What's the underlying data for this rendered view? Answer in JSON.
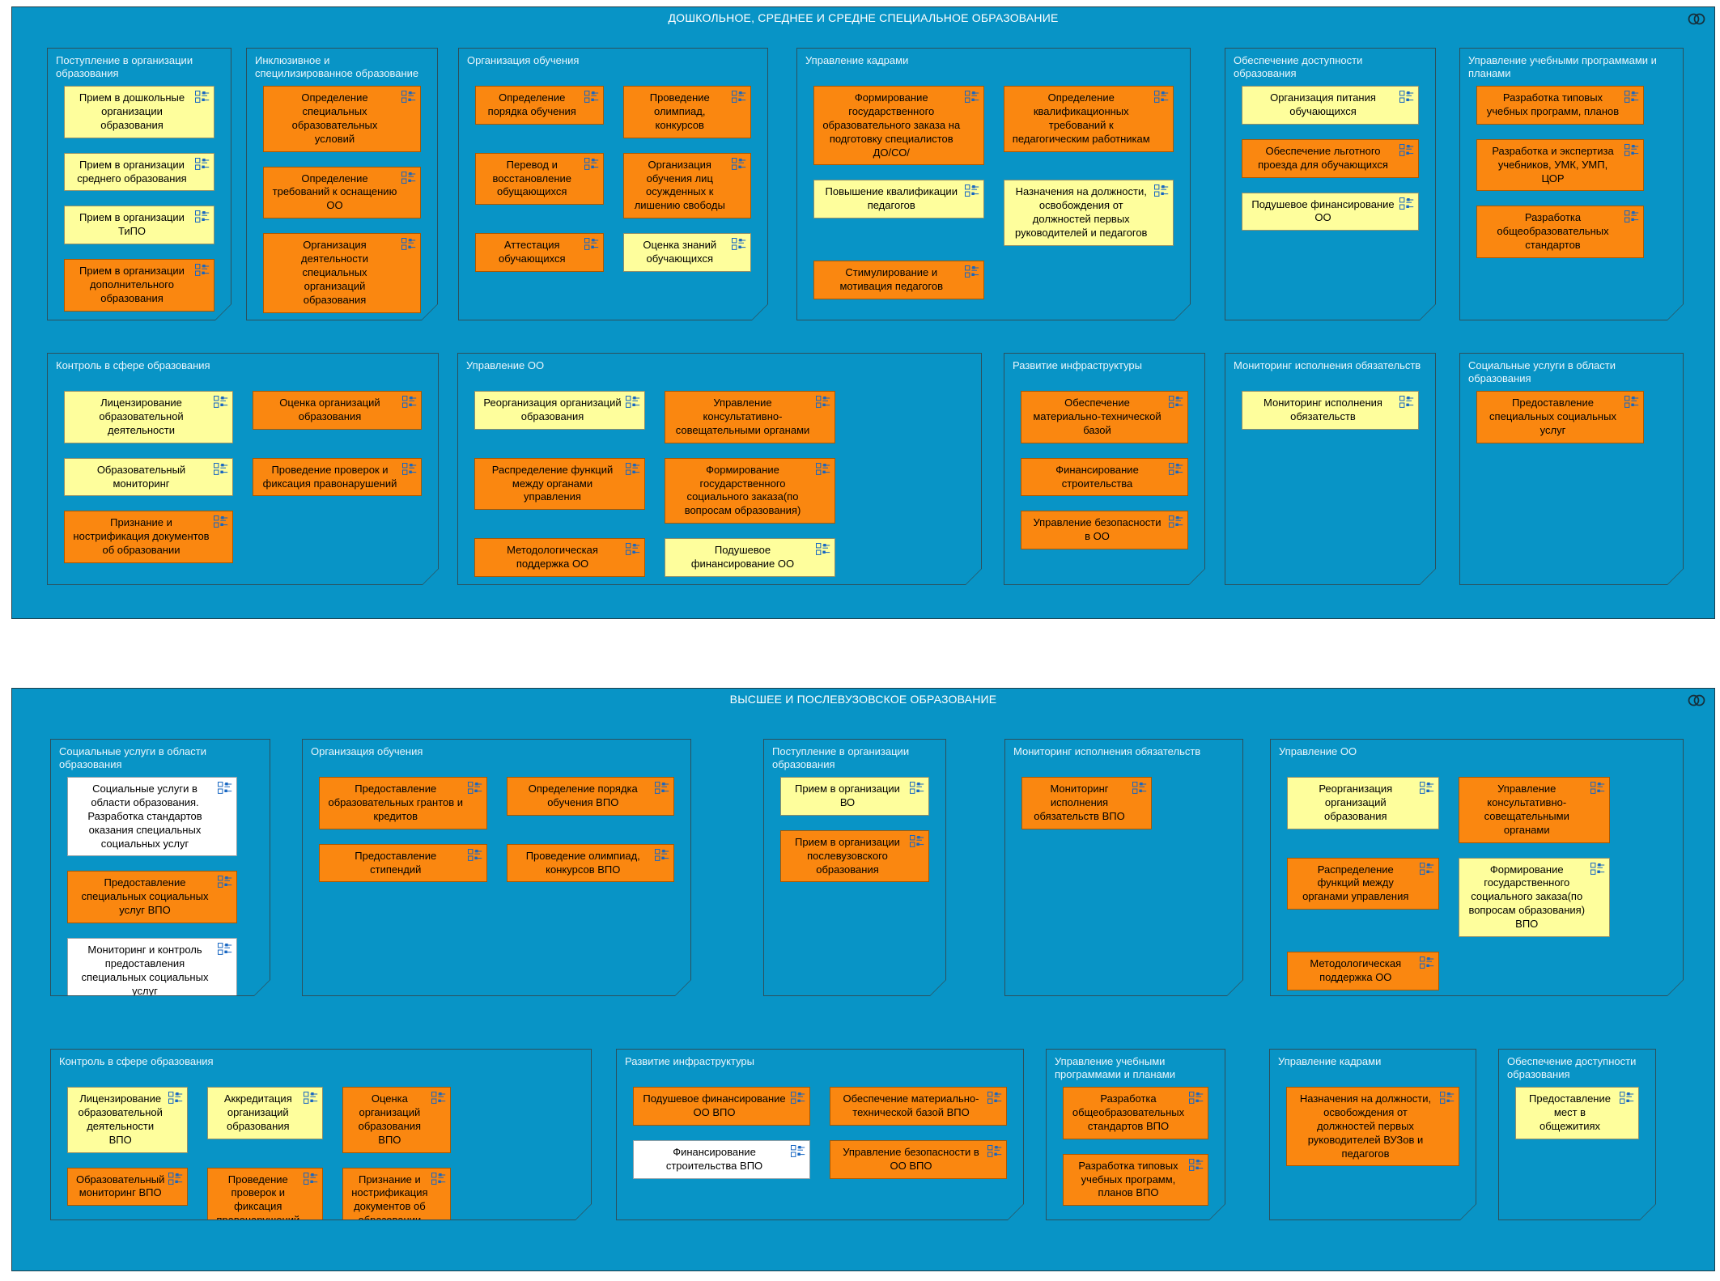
{
  "colors": {
    "panel_background": "#0894C6",
    "panel_border": "#1c3e4a",
    "group_border": "#2c505c",
    "orange_box": "#FA8710",
    "yellow_box": "#FEFE9C",
    "white_box": "#FFFFFF",
    "icon_blue": "#1766C2",
    "title_text": "#FFFFFF",
    "box_text": "#000000"
  },
  "icons": {
    "box_icon": "process-detail-icon",
    "panel_icon": "linked-circles-icon"
  },
  "panels": [
    {
      "title": "ДОШКОЛЬНОЕ, СРЕДНЕЕ И СРЕДНЕ СПЕЦИАЛЬНОЕ ОБРАЗОВАНИЕ",
      "groups": [
        {
          "title": "Поступление в организации образования",
          "boxes": [
            {
              "label": "Прием в дошкольные организации образования",
              "color": "yellow"
            },
            {
              "label": "Прием в организации среднего образования",
              "color": "yellow"
            },
            {
              "label": "Прием в организации ТиПО",
              "color": "yellow"
            },
            {
              "label": "Прием в организации дополнительного образования",
              "color": "orange"
            }
          ]
        },
        {
          "title": "Инклюзивное и специлизированное образование",
          "boxes": [
            {
              "label": "Определение специальных образовательных условий",
              "color": "orange"
            },
            {
              "label": "Определение требований к оснащению ОО",
              "color": "orange"
            },
            {
              "label": "Организация деятельности специальных организаций образования",
              "color": "orange"
            }
          ]
        },
        {
          "title": "Организация обучения",
          "boxes": [
            {
              "label": "Определение порядка обучения",
              "color": "orange"
            },
            {
              "label": "Проведение олимпиад, конкурсов",
              "color": "orange"
            },
            {
              "label": "Перевод и восстановление обущающихся",
              "color": "orange"
            },
            {
              "label": "Организация обучения лиц осужденных к лишению свободы",
              "color": "orange"
            },
            {
              "label": "Аттестация обучающихся",
              "color": "orange"
            },
            {
              "label": "Оценка знаний обучающихся",
              "color": "yellow"
            }
          ]
        },
        {
          "title": "Управление кадрами",
          "boxes": [
            {
              "label": "Формирование государственного образовательного заказа на подготовку специалистов ДО/СО/",
              "color": "orange"
            },
            {
              "label": "Определение квалификационных требований к педагогическим работникам",
              "color": "orange"
            },
            {
              "label": "Повышение квалификации педагогов",
              "color": "yellow"
            },
            {
              "label": "Назначения на должности, освобождения от должностей первых руководителей и педагогов",
              "color": "yellow"
            },
            {
              "label": "Стимулирование и мотивация педагогов",
              "color": "orange"
            }
          ]
        },
        {
          "title": "Обеспечение доступности образования",
          "boxes": [
            {
              "label": "Организация питания обучающихся",
              "color": "yellow"
            },
            {
              "label": "Обеспечение льготного проезда для обучающихся",
              "color": "orange"
            },
            {
              "label": "Подушевое финансирование ОО",
              "color": "yellow"
            }
          ]
        },
        {
          "title": "Управление учебными программами и планами",
          "boxes": [
            {
              "label": "Разработка типовых учебных программ, планов",
              "color": "orange"
            },
            {
              "label": "Разработка и экспертиза учебников, УМК, УМП, ЦОР",
              "color": "orange"
            },
            {
              "label": "Разработка общеобразовательных стандартов",
              "color": "orange"
            }
          ]
        },
        {
          "title": "Контроль в сфере образования",
          "boxes": [
            {
              "label": "Лицензирование образовательной деятельности",
              "color": "yellow"
            },
            {
              "label": "Оценка организаций образования",
              "color": "orange"
            },
            {
              "label": "Образовательный мониторинг",
              "color": "yellow"
            },
            {
              "label": "Проведение проверок и фиксация правонарушений",
              "color": "orange"
            },
            {
              "label": "Признание и нострификация документов об образовании",
              "color": "orange"
            }
          ]
        },
        {
          "title": "Управление ОО",
          "boxes": [
            {
              "label": "Реорганизация организаций образования",
              "color": "yellow"
            },
            {
              "label": "Управление консультативно-совещательными органами",
              "color": "orange"
            },
            {
              "label": "Распределение функций между органами управления",
              "color": "orange"
            },
            {
              "label": "Формирование государственного социального заказа(по вопросам образования)",
              "color": "orange"
            },
            {
              "label": "Методологическая поддержка ОО",
              "color": "orange"
            },
            {
              "label": "Подушевое финансирование ОО",
              "color": "yellow"
            }
          ]
        },
        {
          "title": "Развитие инфраструктуры",
          "boxes": [
            {
              "label": "Обеспечение материально-технической базой",
              "color": "orange"
            },
            {
              "label": "Финансирование строительства",
              "color": "orange"
            },
            {
              "label": "Управление безопасности в ОО",
              "color": "orange"
            }
          ]
        },
        {
          "title": "Мониторинг исполнения обязательств",
          "boxes": [
            {
              "label": "Мониторинг исполнения обязательств",
              "color": "yellow"
            }
          ]
        },
        {
          "title": "Социальные услуги в области образования",
          "boxes": [
            {
              "label": "Предоставление специальных социальных услуг",
              "color": "orange"
            }
          ]
        }
      ]
    },
    {
      "title": "ВЫСШЕЕ И ПОСЛЕВУЗОВСКОЕ ОБРАЗОВАНИЕ",
      "groups": [
        {
          "title": "Социальные услуги в области образования",
          "boxes": [
            {
              "label": "Социальные услуги в области образования. Разработка стандартов оказания специальных социальных услуг",
              "color": "white"
            },
            {
              "label": "Предоставление специальных социальных услуг ВПО",
              "color": "orange"
            },
            {
              "label": "Мониторинг и контроль предоставления специальных социальных услуг",
              "color": "white"
            }
          ]
        },
        {
          "title": "Организация обучения",
          "boxes": [
            {
              "label": "Предоставление образовательных грантов и кредитов",
              "color": "orange"
            },
            {
              "label": "Определение порядка обучения ВПО",
              "color": "orange"
            },
            {
              "label": "Предоставление стипендий",
              "color": "orange"
            },
            {
              "label": "Проведение олимпиад, конкурсов ВПО",
              "color": "orange"
            }
          ]
        },
        {
          "title": "Поступление в организации образования",
          "boxes": [
            {
              "label": "Прием в организации ВО",
              "color": "yellow"
            },
            {
              "label": "Прием в организации послевузовского образования",
              "color": "orange"
            }
          ]
        },
        {
          "title": "Мониторинг исполнения обязательств",
          "boxes": [
            {
              "label": "Мониторинг исполнения обязательств ВПО",
              "color": "orange"
            }
          ]
        },
        {
          "title": "Управление ОО",
          "boxes": [
            {
              "label": "Реорганизация организаций образования",
              "color": "yellow"
            },
            {
              "label": "Управление консультативно-совещательными органами",
              "color": "orange"
            },
            {
              "label": "Распределение функций между органами управления",
              "color": "orange"
            },
            {
              "label": "Формирование государственного социального заказа(по вопросам образования) ВПО",
              "color": "yellow"
            },
            {
              "label": "Методологическая поддержка ОО",
              "color": "orange"
            }
          ]
        },
        {
          "title": "Контроль в сфере образования",
          "boxes": [
            {
              "label": "Лицензирование образовательной деятельности ВПО",
              "color": "yellow"
            },
            {
              "label": "Аккредитация организаций образования",
              "color": "yellow"
            },
            {
              "label": "Оценка организаций образования ВПО",
              "color": "orange"
            },
            {
              "label": "Образовательный мониторинг ВПО",
              "color": "orange"
            },
            {
              "label": "Проведение проверок и фиксация правонарушений ВПО",
              "color": "orange"
            },
            {
              "label": "Признание и нострификация документов об образовании ВПО",
              "color": "orange"
            }
          ]
        },
        {
          "title": "Развитие инфраструктуры",
          "boxes": [
            {
              "label": "Подушевое финансирование ОО ВПО",
              "color": "orange"
            },
            {
              "label": "Обеспечение материально-технической базой ВПО",
              "color": "orange"
            },
            {
              "label": "Финансирование строительства ВПО",
              "color": "white"
            },
            {
              "label": "Управление безопасности в ОО ВПО",
              "color": "orange"
            }
          ]
        },
        {
          "title": "Управление учебными программами и планами",
          "boxes": [
            {
              "label": "Разработка общеобразовательных стандартов ВПО",
              "color": "orange"
            },
            {
              "label": "Разработка типовых учебных программ, планов ВПО",
              "color": "orange"
            }
          ]
        },
        {
          "title": "Управление кадрами",
          "boxes": [
            {
              "label": "Назначения на должности, освобождения от должностей первых руководителей ВУЗов и педагогов",
              "color": "orange"
            }
          ]
        },
        {
          "title": "Обеспечение доступности образования",
          "boxes": [
            {
              "label": "Предоставление мест в общежитиях",
              "color": "yellow"
            }
          ]
        }
      ]
    }
  ]
}
